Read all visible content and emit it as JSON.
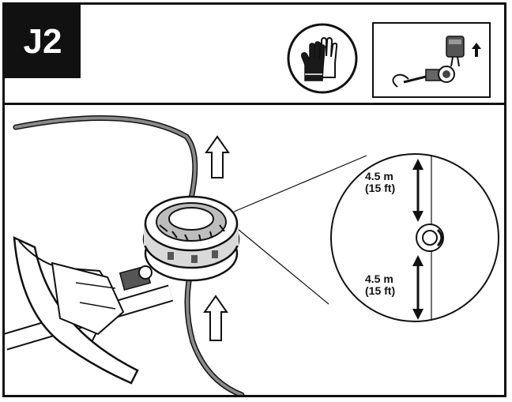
{
  "step": {
    "label": "J2"
  },
  "icons": {
    "safety": "gloves-icon",
    "mini_view": "trimmer-head-thumbnail"
  },
  "callout": {
    "upper_distance": "4.5 m",
    "upper_distance_imperial": "(15 ft)",
    "lower_distance": "4.5 m",
    "lower_distance_imperial": "(15 ft)"
  },
  "colors": {
    "ink": "#111111",
    "line_fill": "#8a8a8a",
    "background": "#ffffff"
  }
}
